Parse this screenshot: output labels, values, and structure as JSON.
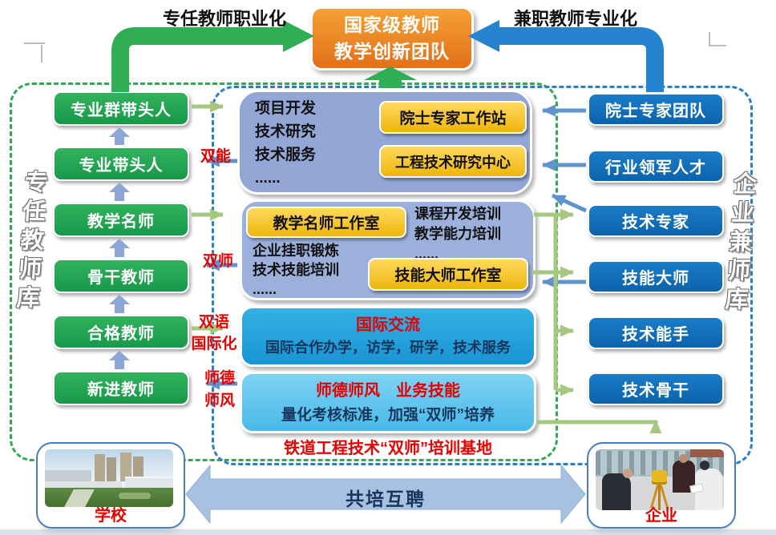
{
  "top": {
    "team_box": {
      "line1": "国家级教师",
      "line2": "教学创新团队"
    },
    "left_arrow_label": "专任教师职业化",
    "right_arrow_label": "兼职教师专业化"
  },
  "left_panel": {
    "vertical_label": "专任教师库",
    "boxes": [
      "专业群带头人",
      "专业带头人",
      "教学名师",
      "骨干教师",
      "合格教师",
      "新进教师"
    ]
  },
  "right_panel": {
    "vertical_label": "企业兼师库",
    "boxes": [
      "院士专家团队",
      "行业领军人才",
      "技术专家",
      "技能大师",
      "技术能手",
      "技术骨干"
    ]
  },
  "center": {
    "platform1": {
      "lines": [
        "项目开发",
        "技术研究",
        "技术服务",
        "......"
      ],
      "badge1": "院士专家工作站",
      "badge2": "工程技术研究中心"
    },
    "platform2": {
      "badge1": "教学名师工作室",
      "badge2": "技能大师工作室",
      "right_lines": [
        "课程开发培训",
        "教学能力培训",
        "......"
      ],
      "left_lines": [
        "企业挂职锻炼",
        "技术技能培训",
        "......"
      ]
    },
    "platform3": {
      "title": "国际交流",
      "body": "国际合作办学，访学，研学，技术服务"
    },
    "platform4": {
      "title": "师德师风　业务技能",
      "body": "量化考核标准，加强“双师”培养"
    },
    "base_label": "铁道工程技术“双师”培训基地"
  },
  "edge_labels": {
    "dual_ability": "双能",
    "dual_teacher": "双师",
    "bilingual": "双语",
    "internationalization": "国际化",
    "ethics_top": "师德",
    "ethics_bottom": "师风"
  },
  "bottom": {
    "school_label": "学校",
    "enterprise_label": "企业",
    "arrow_label": "共培互聘"
  },
  "colors": {
    "green": "#22a24c",
    "blue": "#0f6fbe",
    "orange": "#e87c1e",
    "yellow": "#f1bb14",
    "periwinkle": "#93a7d7",
    "sky_blue": "#21a0db",
    "light_cyan": "#5ec5ef",
    "red": "#e60000",
    "arrow_green": "#a5c87e",
    "arrow_blue": "#5f93ce",
    "dashed_green": "#2faa52",
    "dashed_blue": "#2a7fc5",
    "big_arrow": "#a9c1e1"
  }
}
